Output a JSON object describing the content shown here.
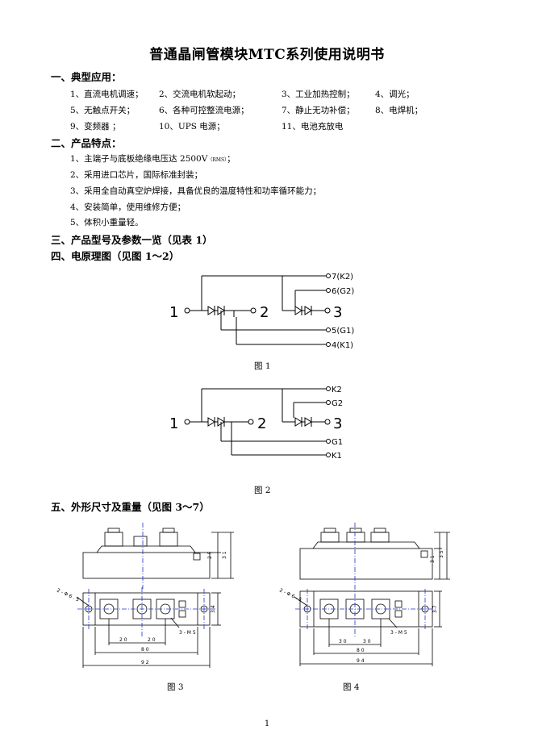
{
  "title": "普通晶闸管模块MTC系列使用说明书",
  "sections": {
    "s1": "一、典型应用：",
    "s2": "二、产品特点：",
    "s3": "三、产品型号及参数一览（见表 1）",
    "s4": "四、电原理图（见图 1～2）",
    "s5": "五、外形尺寸及重量（见图 3～7）"
  },
  "applications": [
    "1、直流电机调速；",
    "2、交流电机软起动；",
    "3、工业加热控制；",
    "4、调光；",
    "5、无触点开关；",
    "6、各种可控整流电源；",
    "7、静止无功补偿；",
    "8、电焊机；",
    "9、变频器 ；",
    "10、UPS 电源；",
    "11、电池充放电"
  ],
  "features": {
    "f1_main": "1、主端子与底板绝缘电压达 2500V",
    "f1_sub": "（RMS）",
    "f1_end": "；",
    "f2": "2、采用进口芯片，国际标准封装；",
    "f3": "3、采用全自动真空炉焊接，具备优良的温度特性和功率循环能力；",
    "f4": "4、安装简单，使用维修方便；",
    "f5": "5、体积小重量轻。"
  },
  "fig1": {
    "caption": "图 1",
    "node1": "1",
    "node2": "2",
    "node3": "3",
    "k2": "7(K2)",
    "g2": "6(G2)",
    "g1": "5(G1)",
    "k1": "4(K1)"
  },
  "fig2": {
    "caption": "图 2",
    "node1": "1",
    "node2": "2",
    "node3": "3",
    "k2": "K2",
    "g2": "G2",
    "g1": "G1",
    "k1": "K1"
  },
  "fig3": {
    "caption": "图 3",
    "h1": "2 5",
    "h2": "3 1",
    "w": "3 4",
    "hole": "2 - Φ 6 . 5",
    "screw": "3 - M 5",
    "d20a": "2 0",
    "d20b": "2 0",
    "d80": "8 0",
    "d92": "9 2"
  },
  "fig4": {
    "caption": "图 4",
    "h1": "3 1",
    "h2": "3 5",
    "w": "3 7",
    "hole": "2 - Φ 6 . 5",
    "screw": "3 - M 5",
    "d20a": "3 0",
    "d20b": "3 0",
    "d80": "8 0",
    "d92": "9 4"
  },
  "page_number": "1"
}
